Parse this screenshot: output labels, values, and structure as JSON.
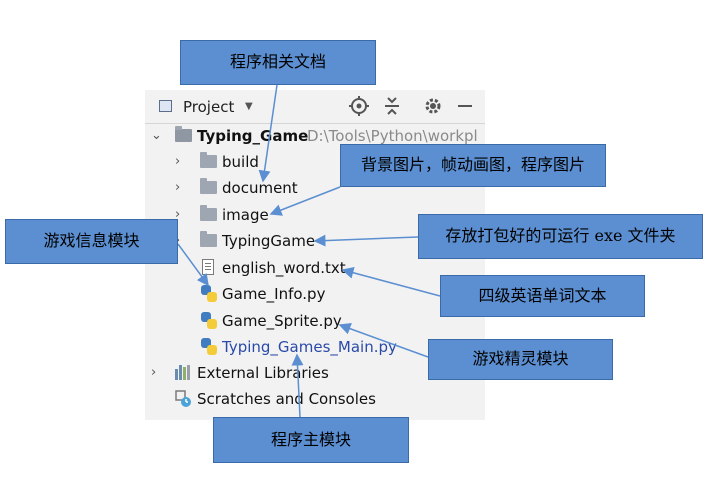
{
  "panel": {
    "title": "Project",
    "icons": [
      "locate-icon",
      "collapse-icon",
      "gear-icon",
      "minimize-icon"
    ]
  },
  "tree": {
    "root_name": "Typing_Game",
    "root_path": "D:\\Tools\\Python\\workpl",
    "items": [
      {
        "label": "build",
        "type": "folder"
      },
      {
        "label": "document",
        "type": "folder"
      },
      {
        "label": "image",
        "type": "folder"
      },
      {
        "label": "TypingGame",
        "type": "folder"
      },
      {
        "label": "english_word.txt",
        "type": "text-file"
      },
      {
        "label": "Game_Info.py",
        "type": "python-file"
      },
      {
        "label": "Game_Sprite.py",
        "type": "python-file"
      },
      {
        "label": "Typing_Games_Main.py",
        "type": "python-file",
        "color": "#2a4aa8"
      }
    ],
    "external_libraries": "External Libraries",
    "scratches": "Scratches and Consoles"
  },
  "callouts": {
    "docs": "程序相关文档",
    "images": "背景图片，帧动画图，程序图片",
    "game_info": "游戏信息模块",
    "exe_folder": "存放打包好的可运行 exe 文件夹",
    "word_list": "四级英语单词文本",
    "sprite": "游戏精灵模块",
    "main": "程序主模块"
  },
  "colors": {
    "callout_fill": "#5b8fd1",
    "callout_border": "#3a6aa8",
    "panel_bg": "#f2f2f2",
    "main_file_color": "#2a4aa8"
  }
}
